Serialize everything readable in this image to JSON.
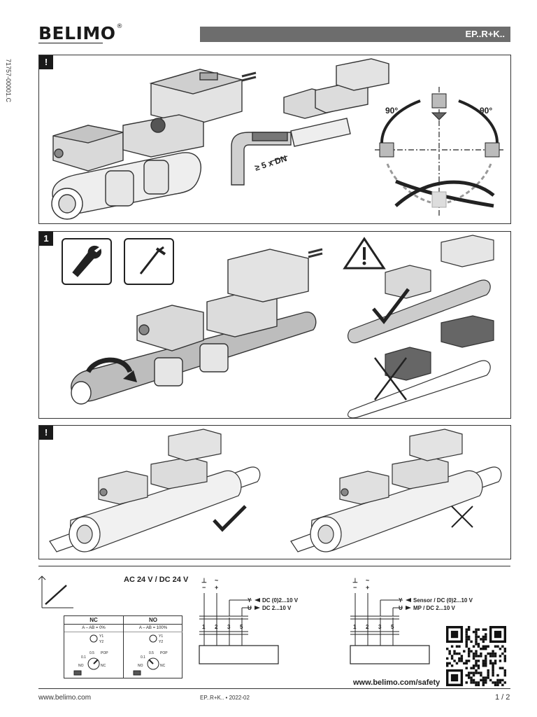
{
  "brand": {
    "name": "BELIMO",
    "reg": "®"
  },
  "doc_code": "71757-00001.C",
  "product_header": "EP..R+K..",
  "panels": [
    {
      "badge": "!",
      "spacing_label": "≥ 5 x DN",
      "angle_left": "90°",
      "angle_right": "90°"
    },
    {
      "badge": "1"
    },
    {
      "badge": "!"
    }
  ],
  "wiring": {
    "supply": "AC 24 V / DC 24 V",
    "symbols": [
      "⊥",
      "~",
      "−",
      "+"
    ],
    "left": {
      "terminals": [
        "1",
        "2",
        "3",
        "5"
      ],
      "y_label": "Y",
      "u_label": "U",
      "y_signal": "DC (0)2...10 V",
      "u_signal": "DC 2...10 V"
    },
    "right": {
      "terminals": [
        "1",
        "2",
        "3",
        "5"
      ],
      "y_label": "Y",
      "u_label": "U",
      "y_signal": "Sensor / DC (0)2...10 V",
      "u_signal": "MP / DC 2...10 V"
    }
  },
  "mode_table": {
    "nc": {
      "title": "NC",
      "sub": "A – AB = 0%",
      "dial_labels": [
        "Y1",
        "Y2",
        "POP",
        "0.5",
        "0.1",
        "NO",
        "NC"
      ]
    },
    "no": {
      "title": "NO",
      "sub": "A – AB = 100%",
      "dial_labels": [
        "Y1",
        "Y2",
        "POP",
        "0.5",
        "0.1",
        "NO",
        "NC"
      ]
    }
  },
  "safety_url": "www.belimo.com/safety",
  "footer": {
    "site": "www.belimo.com",
    "doc": "EP..R+K.. • 2022-02",
    "page": "1 / 2"
  }
}
